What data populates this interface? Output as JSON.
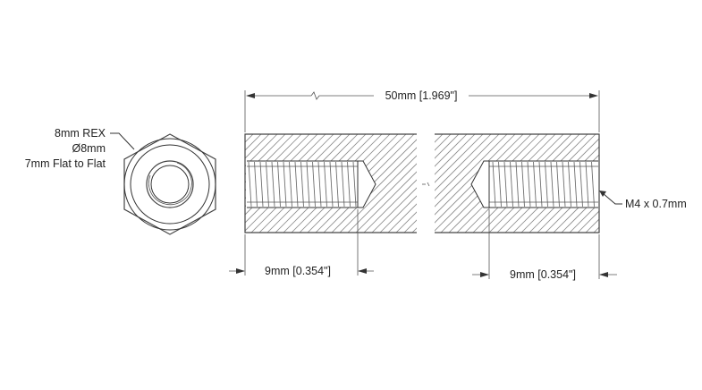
{
  "end_view": {
    "callout_lines": [
      "8mm REX",
      "Ø8mm",
      "7mm Flat to Flat"
    ]
  },
  "dimensions": {
    "overall_length": "50mm [1.969\"]",
    "left_thread_depth": "9mm [0.354\"]",
    "right_thread_depth": "9mm [0.354\"]",
    "thread_spec": "M4 x 0.7mm"
  }
}
